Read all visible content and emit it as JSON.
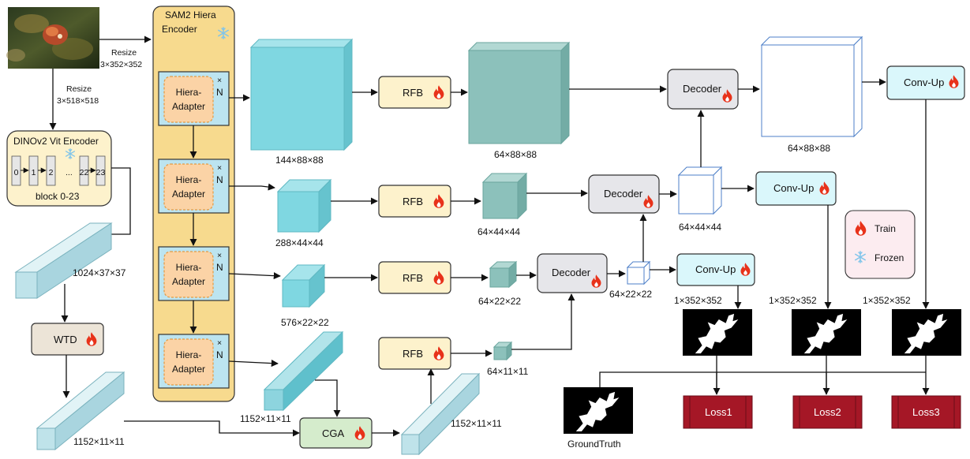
{
  "sam2": {
    "title_line1": "SAM2 Hiera",
    "title_line2": "Encoder"
  },
  "adapters": [
    {
      "line1": "Hiera-",
      "line2": "Adapter",
      "x": "×",
      "n": "N"
    },
    {
      "line1": "Hiera-",
      "line2": "Adapter",
      "x": "×",
      "n": "N"
    },
    {
      "line1": "Hiera-",
      "line2": "Adapter",
      "x": "×",
      "n": "N"
    },
    {
      "line1": "Hiera-",
      "line2": "Adapter",
      "x": "×",
      "n": "N"
    }
  ],
  "resize_top": {
    "label": "Resize",
    "dims": "3×352×352"
  },
  "resize_left": {
    "label": "Resize",
    "dims": "3×518×518"
  },
  "dino": {
    "title": "DINOv2 Vit Encoder",
    "blocks": [
      "0",
      "1",
      "2",
      "...",
      "22",
      "23"
    ],
    "caption": "block 0-23"
  },
  "dims": {
    "dino_out": "1024×37×37",
    "wtd_out": "1152×11×11",
    "sam_f1": "144×88×88",
    "sam_f2": "288×44×44",
    "sam_f3": "576×22×22",
    "sam_f4": "1152×11×11",
    "cga_out": "1152×11×11",
    "rfb1": "64×88×88",
    "rfb2": "64×44×44",
    "rfb3": "64×22×22",
    "rfb4": "64×11×11",
    "dec1": "64×88×88",
    "dec2": "64×44×44",
    "dec3": "64×22×22",
    "pred1": "1×352×352",
    "pred2": "1×352×352",
    "pred3": "1×352×352"
  },
  "modules": {
    "rfb": "RFB",
    "decoder": "Decoder",
    "conv_up": "Conv-Up",
    "wtd": "WTD",
    "cga": "CGA"
  },
  "legend": {
    "train": "Train",
    "frozen": "Frozen"
  },
  "losses": [
    "Loss1",
    "Loss2",
    "Loss3"
  ],
  "ground_truth": "GroundTruth",
  "colors": {
    "frozen_fill": "#f7da8e",
    "adapter_fill": "#fbd3a6",
    "module_fill": "#fdf2cc",
    "cyan_module": "#daf7fb",
    "decoder_fill": "#e6e6ea",
    "wtd_fill": "#ece4d7",
    "cga_fill": "#d5eccc",
    "legend_fill": "#fcecf0",
    "loss_fill": "#a51726",
    "cube_cyan": "#7fd7e1",
    "cube_teal": "#8cc1bb",
    "flame": "#e8321a",
    "snowflake": "#7fc4ea"
  }
}
